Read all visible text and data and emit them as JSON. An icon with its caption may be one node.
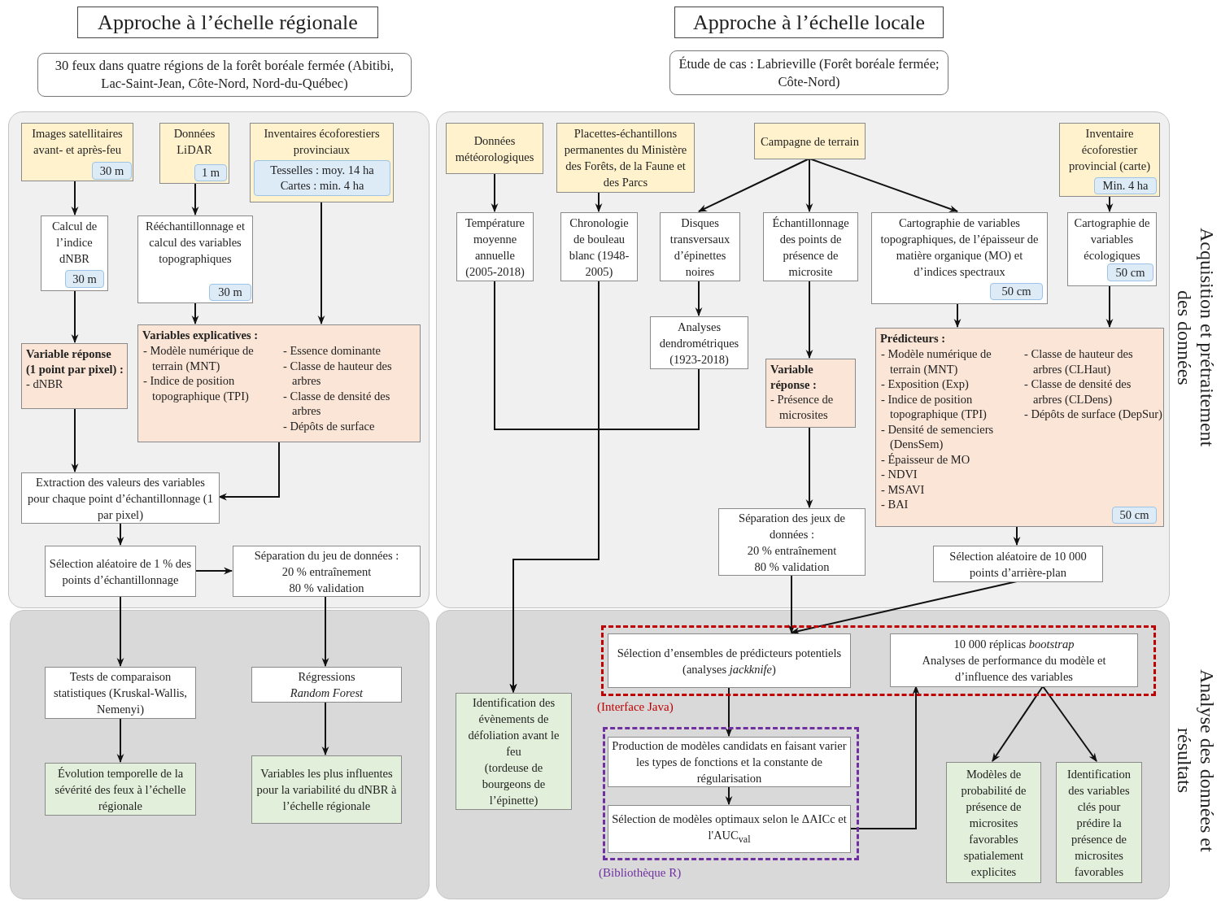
{
  "diagram": {
    "nodes": [
      {
        "text": [
          "Approche à l’échelle régionale"
        ]
      },
      {
        "text": [
          "Approche à l’échelle locale"
        ]
      },
      {
        "text": [
          "30 feux dans quatre régions de la forêt boréale fermée (Abitibi, Lac-Saint-Jean, Côte-Nord, Nord-du-Québec)"
        ]
      },
      {
        "text": [
          "Étude de cas : Labrieville (Forêt boréale fermée; Côte-Nord)"
        ]
      },
      {
        "text": [],
        "shape": "box"
      },
      {
        "text": [
          "Images satellitaires avant- et après-feu"
        ],
        "in": 4
      },
      {
        "text": [
          "30 m"
        ],
        "in": 5
      },
      {
        "text": [
          "Données LiDAR"
        ],
        "in": 4
      },
      {
        "text": [
          "1 m"
        ],
        "in": 7
      },
      {
        "text": [
          "Inventaires écoforestiers provinciaux"
        ],
        "in": 4
      },
      {
        "text": [
          "Tesselles : moy. 14 ha",
          "Cartes : min. 4 ha"
        ],
        "in": 9
      },
      {
        "text": [
          "Calcul de l’indice dNBR"
        ],
        "in": 4
      },
      {
        "text": [
          "30 m"
        ],
        "in": 11
      },
      {
        "text": [
          "Rééchantillonnage et calcul des variables topographiques"
        ],
        "in": 4
      },
      {
        "text": [
          "30 m"
        ],
        "in": 13
      },
      {
        "text": [
          "Variable réponse (1 point par pixel) :",
          "- dNBR"
        ],
        "in": 4
      },
      {
        "text": [
          "Variables explicatives :",
          "- Modèle numérique de terrain (MNT)",
          "- Indice de position topographique (TPI)",
          "- Essence dominante",
          "- Classe de hauteur des arbres",
          "- Classe de densité des arbres",
          "- Dépôts de surface"
        ],
        "in": 4
      },
      {
        "text": [
          "Extraction des valeurs des variables pour chaque point d’échantillonnage (1 par pixel)"
        ],
        "in": 4
      },
      {
        "text": [
          "Sélection aléatoire de 1 % des points d’échantillonnage"
        ],
        "in": 4
      },
      {
        "text": [
          "Séparation du jeu de données :",
          "20 % entraînement",
          "80 % validation"
        ],
        "in": 4
      },
      {
        "text": [],
        "shape": "box"
      },
      {
        "text": [
          "Tests de comparaison statistiques (Kruskal-Wallis, Nemenyi)"
        ],
        "in": 20
      },
      {
        "text": [
          "Régressions *Random Forest*"
        ],
        "in": 20
      },
      {
        "text": [
          "Évolution temporelle de la sévérité des feux à l’échelle régionale"
        ],
        "in": 20
      },
      {
        "text": [
          "Variables les plus influentes pour la variabilité du dNBR à l’échelle régionale"
        ],
        "in": 20
      },
      {
        "text": [],
        "shape": "box"
      },
      {
        "text": [
          "Données météorologiques"
        ],
        "in": 25
      },
      {
        "text": [
          "Placettes-échantillons permanentes du Ministère des Forêts, de la Faune et des Parcs"
        ],
        "in": 25
      },
      {
        "text": [
          "Campagne de terrain"
        ],
        "in": 25
      },
      {
        "text": [
          "Inventaire écoforestier provincial (carte)"
        ],
        "in": 25
      },
      {
        "text": [
          "Min. 4 ha"
        ],
        "in": 29
      },
      {
        "text": [
          "Température moyenne annuelle (2005-2018)"
        ],
        "in": 25
      },
      {
        "text": [
          "Chronologie de bouleau blanc (1948-2005)"
        ],
        "in": 25
      },
      {
        "text": [
          "Disques transversaux d’épinettes noires"
        ],
        "in": 25
      },
      {
        "text": [
          "Échantillonnage des points de présence de microsite"
        ],
        "in": 25
      },
      {
        "text": [
          "Cartographie de variables topographiques, de l’épaisseur de matière organique (MO) et d’indices spectraux"
        ],
        "in": 25
      },
      {
        "text": [
          "50 cm"
        ],
        "in": 35
      },
      {
        "text": [
          "Cartographie de variables écologiques"
        ],
        "in": 25
      },
      {
        "text": [
          "50 cm"
        ],
        "in": 37
      },
      {
        "text": [
          "Analyses dendrométriques (1923-2018)"
        ],
        "in": 25
      },
      {
        "text": [
          "Variable réponse :",
          "- Présence de microsites"
        ],
        "in": 25
      },
      {
        "text": [
          "Prédicteurs :",
          "- Modèle numérique de terrain (MNT)",
          "- Exposition (Exp)",
          "- Indice de position topographique (TPI)",
          "- Densité de semenciers (DensSem)",
          "- Épaisseur de MO",
          "- NDVI",
          "- MSAVI",
          "- BAI",
          "- Classe de hauteur des arbres (CLHaut)",
          "- Classe de densité des arbres (CLDens)",
          "- Dépôts de surface (DepSur)"
        ],
        "in": 25
      },
      {
        "text": [
          "50 cm"
        ],
        "in": 41
      },
      {
        "text": [
          "Séparation des jeux de données :",
          "20 % entraînement",
          "80 % validation"
        ],
        "in": 25
      },
      {
        "text": [
          "Sélection aléatoire de 10 000 points d’arrière-plan"
        ],
        "in": 25
      },
      {
        "text": [],
        "shape": "box"
      },
      {
        "text": [
          "(Interface Java)"
        ],
        "in": 45
      },
      {
        "text": [
          "Sélection d’ensembles de prédicteurs potentiels (analyses *jackknife*)"
        ],
        "in": 46
      },
      {
        "text": [
          "10 000 réplicas *bootstrap*",
          "Analyses de performance du modèle et d’influence des variables"
        ],
        "in": 46
      },
      {
        "text": [
          "(Bibliothèque R)"
        ],
        "in": 45
      },
      {
        "text": [
          "Production de modèles candidats en faisant varier les types de fonctions et la constante de régularisation"
        ],
        "in": 49
      },
      {
        "text": [
          "Sélection de modèles optimaux selon le ΔAICc et l'AUC$_{val}$"
        ],
        "in": 49
      },
      {
        "text": [
          "Identification des évènements de défoliation avant le feu",
          "(tordeuse de bourgeons de l’épinette)"
        ],
        "in": 45
      },
      {
        "text": [
          "Modèles de probabilité de présence de microsites favorables spatialement explicites"
        ],
        "in": 45
      },
      {
        "text": [
          "Identification des variables clés pour prédire la présence de microsites favorables"
        ],
        "in": 45
      }
    ],
    "edges": [
      {
        "from": 5,
        "to": 11,
        "arrow": "to"
      },
      {
        "from": 7,
        "to": 13,
        "arrow": "to"
      },
      {
        "from": 9,
        "to": 16,
        "arrow": "to"
      },
      {
        "from": 11,
        "to": 15,
        "arrow": "to"
      },
      {
        "from": 13,
        "to": 16,
        "arrow": "to"
      },
      {
        "from": 15,
        "to": 17,
        "arrow": "to"
      },
      {
        "from": 16,
        "to": 17,
        "arrow": "to"
      },
      {
        "from": 17,
        "to": 18,
        "arrow": "to"
      },
      {
        "from": 18,
        "to": 19,
        "arrow": "to"
      },
      {
        "from": 18,
        "to": 21,
        "arrow": "to"
      },
      {
        "from": 19,
        "to": 22,
        "arrow": "to"
      },
      {
        "from": 21,
        "to": 23,
        "arrow": "to"
      },
      {
        "from": 22,
        "to": 24,
        "arrow": "to"
      },
      {
        "from": 26,
        "to": 31,
        "arrow": "to"
      },
      {
        "from": 27,
        "to": 32,
        "arrow": "to"
      },
      {
        "from": 28,
        "to": 33,
        "arrow": "to"
      },
      {
        "from": 28,
        "to": 34,
        "arrow": "to"
      },
      {
        "from": 28,
        "to": 35,
        "arrow": "to"
      },
      {
        "from": 29,
        "to": 37,
        "arrow": "to"
      },
      {
        "from": 33,
        "to": 39,
        "arrow": "to"
      },
      {
        "from": 34,
        "to": 40,
        "arrow": "to"
      },
      {
        "from": 35,
        "to": 41,
        "arrow": "to"
      },
      {
        "from": 37,
        "to": 41,
        "arrow": "to"
      },
      {
        "from": 40,
        "to": 43,
        "arrow": "to"
      },
      {
        "from": 41,
        "to": 44,
        "arrow": "to"
      },
      {
        "from": 31,
        "to": 52,
        "arrow": "to"
      },
      {
        "from": 32,
        "to": 52,
        "arrow": "to"
      },
      {
        "from": 39,
        "to": 52,
        "arrow": "to"
      },
      {
        "from": 43,
        "to": 47,
        "arrow": "to"
      },
      {
        "from": 44,
        "to": 47,
        "arrow": "to"
      },
      {
        "from": 47,
        "to": 50,
        "arrow": "to"
      },
      {
        "from": 50,
        "to": 51,
        "arrow": "to"
      },
      {
        "from": 51,
        "to": 48,
        "arrow": "to"
      },
      {
        "from": 48,
        "to": 53,
        "arrow": "to"
      },
      {
        "from": 48,
        "to": 54,
        "arrow": "to"
      }
    ],
    "labels": [
      "Acquisition et prétraitement des données",
      "Analyse des données et résultats"
    ]
  }
}
